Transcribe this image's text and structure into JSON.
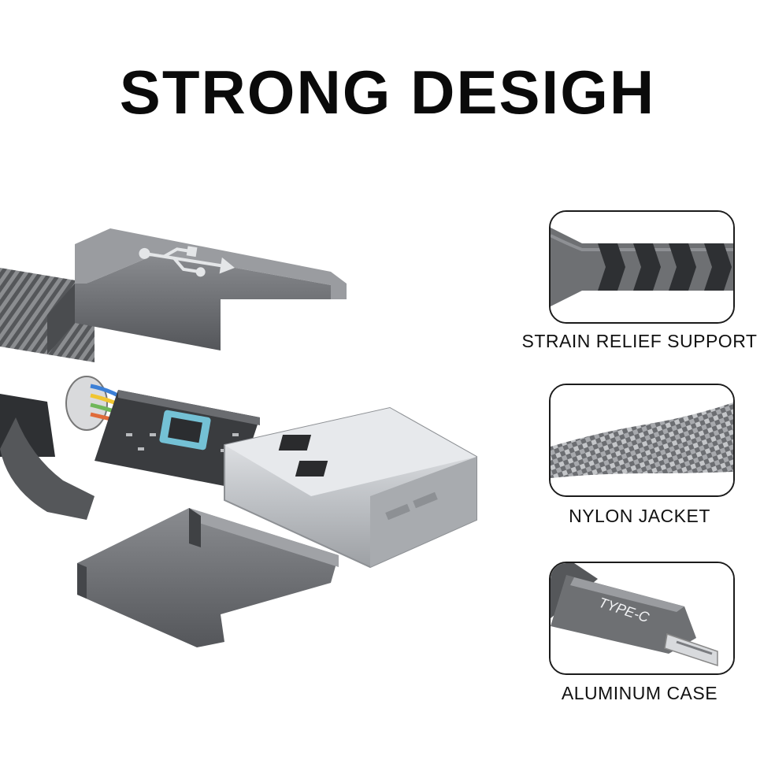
{
  "title": "STRONG DESIGH",
  "illustration": {
    "usb_logo": "usb-icon",
    "colors": {
      "housing": "#6e7073",
      "housing_dark": "#4a4c4f",
      "metal": "#c9ccd0",
      "pcb": "#3a3c3f",
      "chip_glow": "#7fd8f0"
    }
  },
  "features": [
    {
      "label": "STRAIN RELIEF SUPPORT",
      "icon": "strain-relief-icon"
    },
    {
      "label": "NYLON JACKET",
      "icon": "nylon-braid-icon"
    },
    {
      "label": "ALUMINUM CASE",
      "icon": "type-c-connector-icon",
      "connector_text": "TYPE-C"
    }
  ]
}
